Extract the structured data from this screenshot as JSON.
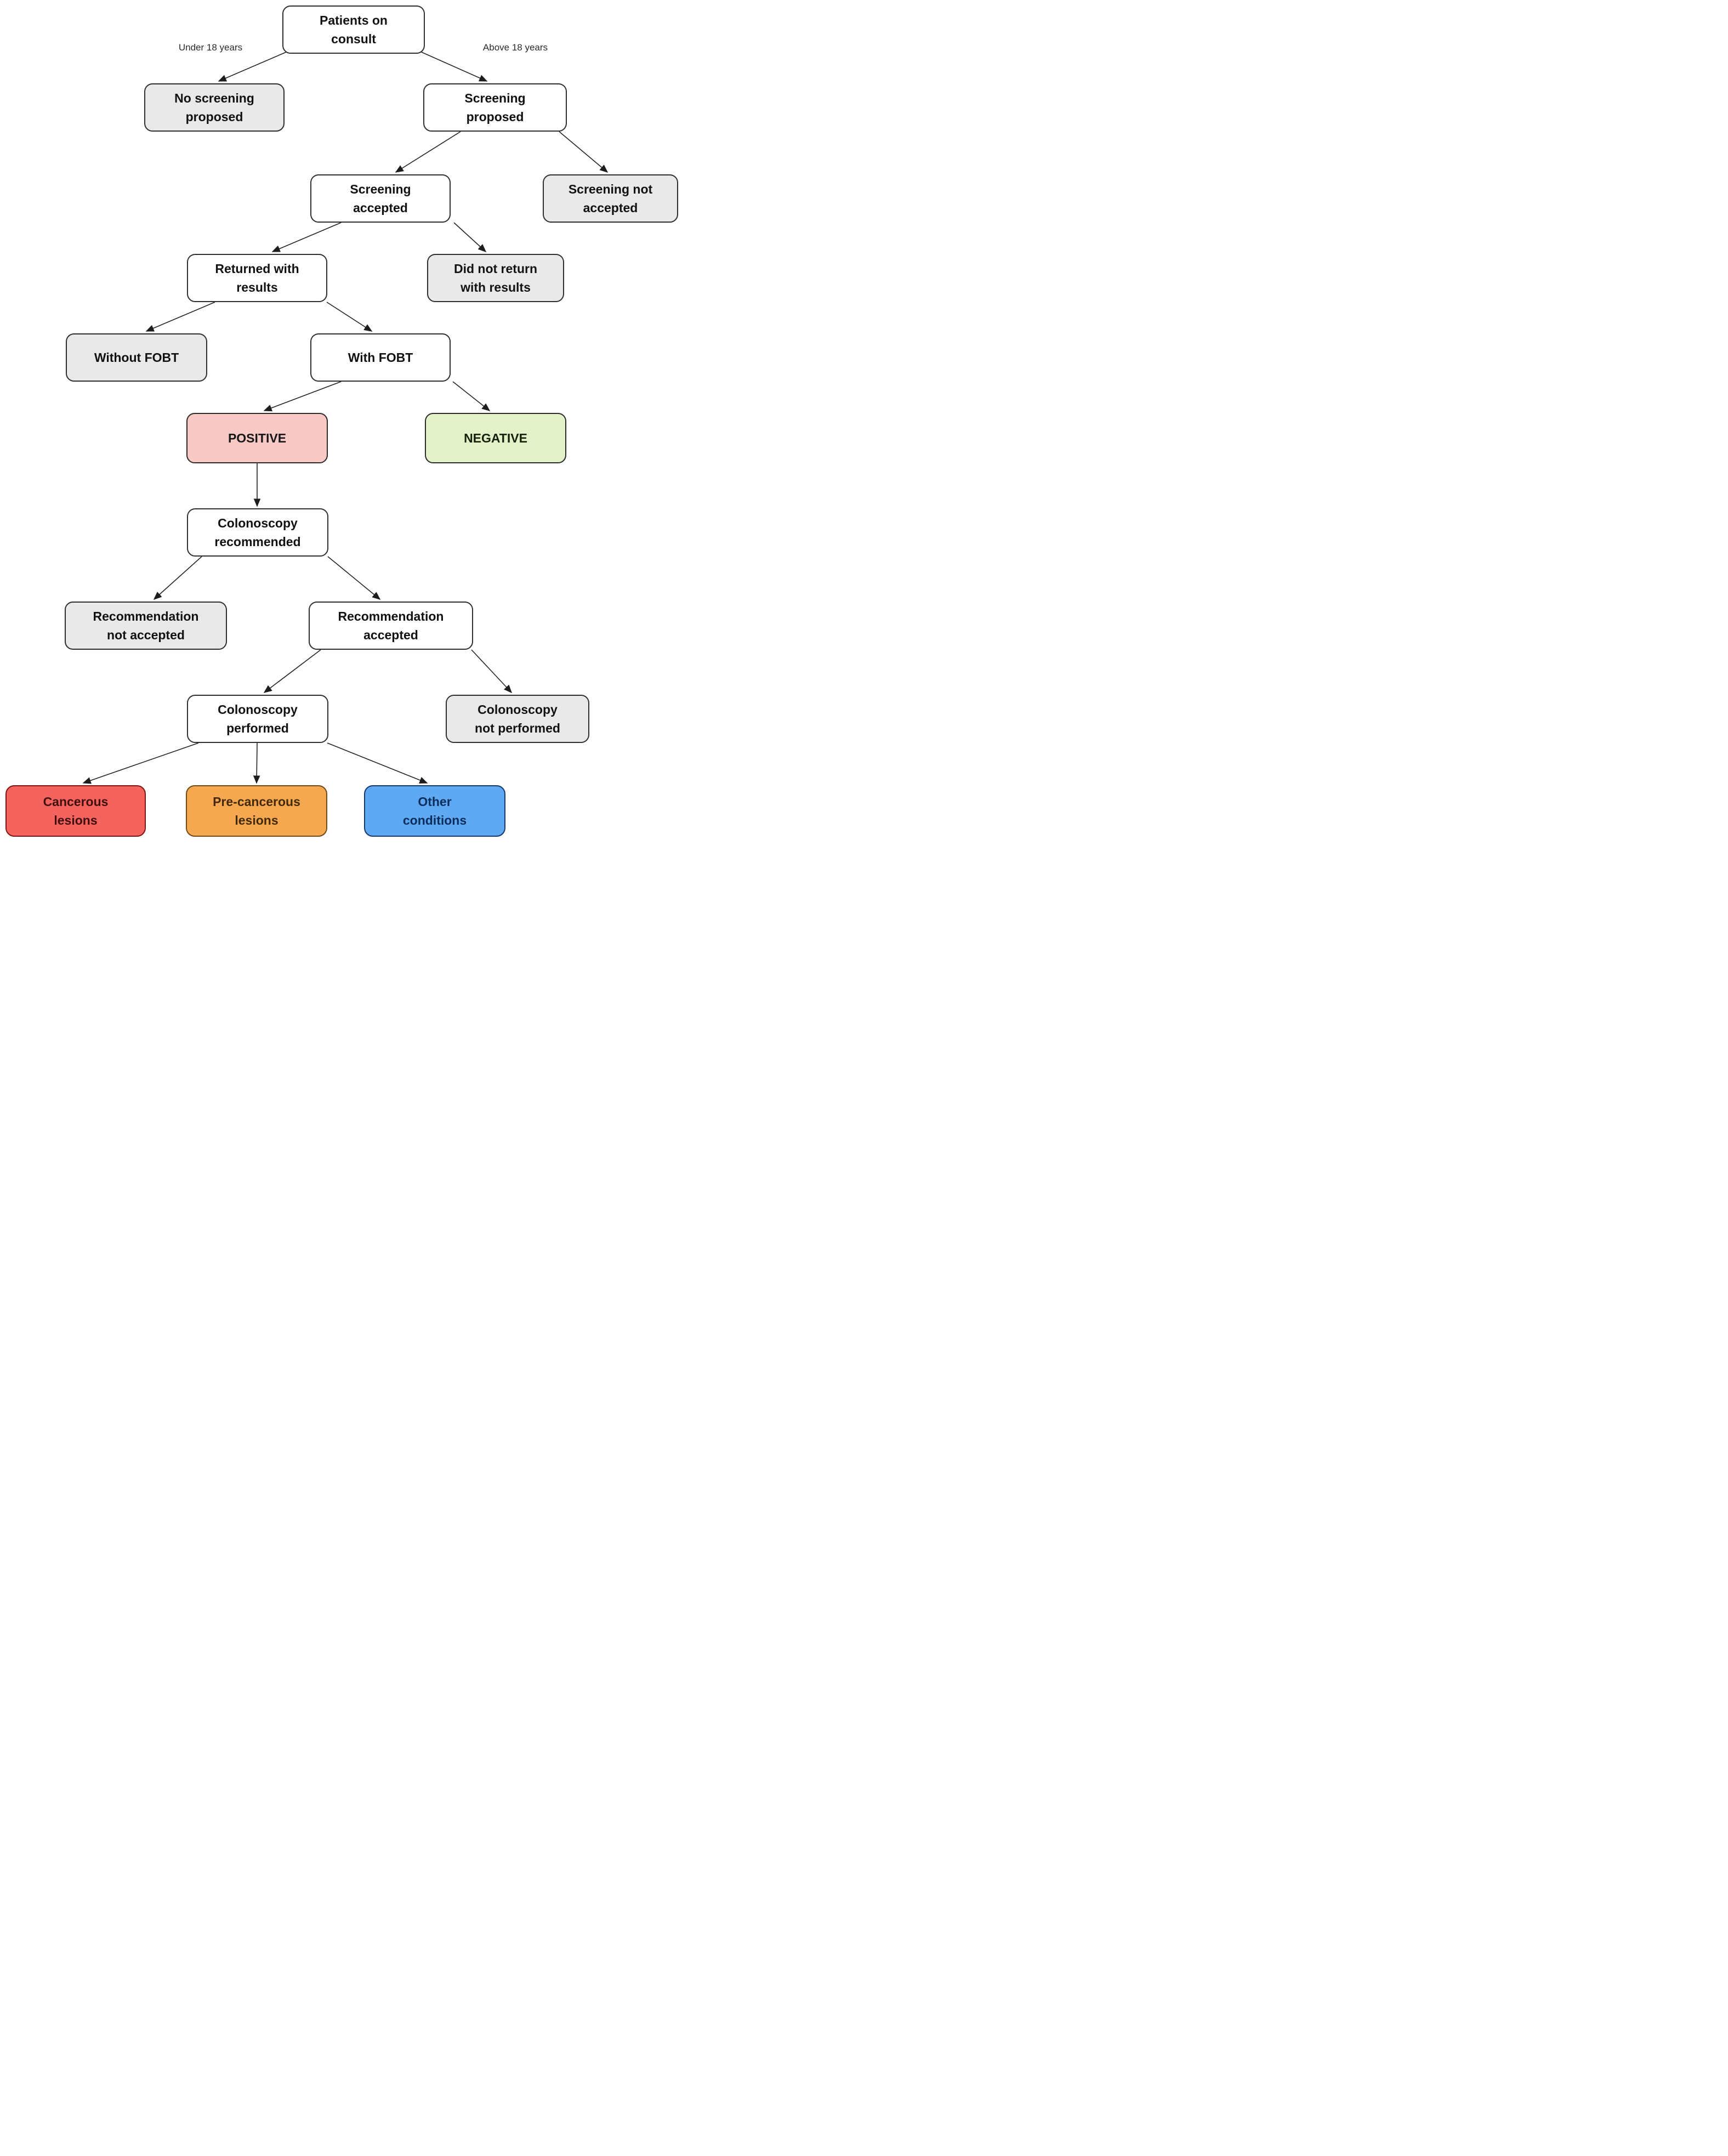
{
  "diagram": {
    "type": "flowchart",
    "subject": "Colorectal cancer screening patient flow (FOBT)",
    "nodes": {
      "patients_on_consult": {
        "label": "Patients on\nconsult",
        "fill": "#ffffff"
      },
      "no_screening_proposed": {
        "label": "No screening\nproposed",
        "fill": "#e9e9e9"
      },
      "screening_proposed": {
        "label": "Screening\nproposed",
        "fill": "#ffffff"
      },
      "screening_accepted": {
        "label": "Screening\naccepted",
        "fill": "#ffffff"
      },
      "screening_not_accepted": {
        "label": "Screening not\naccepted",
        "fill": "#e9e9e9"
      },
      "returned_with_results": {
        "label": "Returned with\nresults",
        "fill": "#ffffff"
      },
      "did_not_return_with_results": {
        "label": "Did not return\nwith results",
        "fill": "#e9e9e9"
      },
      "without_fobt": {
        "label": "Without FOBT",
        "fill": "#e9e9e9"
      },
      "with_fobt": {
        "label": "With FOBT",
        "fill": "#ffffff"
      },
      "positive": {
        "label": "POSITIVE",
        "fill": "#f8c9c5"
      },
      "negative": {
        "label": "NEGATIVE",
        "fill": "#e3f2c9"
      },
      "colonoscopy_recommended": {
        "label": "Colonoscopy\nrecommended",
        "fill": "#ffffff"
      },
      "recommendation_not_accepted": {
        "label": "Recommendation\nnot accepted",
        "fill": "#e9e9e9"
      },
      "recommendation_accepted": {
        "label": "Recommendation\naccepted",
        "fill": "#ffffff"
      },
      "colonoscopy_performed": {
        "label": "Colonoscopy\nperformed",
        "fill": "#ffffff"
      },
      "colonoscopy_not_performed": {
        "label": "Colonoscopy\nnot performed",
        "fill": "#e9e9e9"
      },
      "cancerous_lesions": {
        "label": "Cancerous\nlesions",
        "fill": "#f4635e"
      },
      "pre_cancerous_lesions": {
        "label": "Pre-cancerous\nlesions",
        "fill": "#f6a850"
      },
      "other_conditions": {
        "label": "Other\nconditions",
        "fill": "#5fa9f2"
      }
    },
    "edges": [
      {
        "from": "patients_on_consult",
        "to": "no_screening_proposed",
        "label": "Under 18 years"
      },
      {
        "from": "patients_on_consult",
        "to": "screening_proposed",
        "label": "Above 18 years"
      },
      {
        "from": "screening_proposed",
        "to": "screening_accepted",
        "label": ""
      },
      {
        "from": "screening_proposed",
        "to": "screening_not_accepted",
        "label": ""
      },
      {
        "from": "screening_accepted",
        "to": "returned_with_results",
        "label": ""
      },
      {
        "from": "screening_accepted",
        "to": "did_not_return_with_results",
        "label": ""
      },
      {
        "from": "returned_with_results",
        "to": "without_fobt",
        "label": ""
      },
      {
        "from": "returned_with_results",
        "to": "with_fobt",
        "label": ""
      },
      {
        "from": "with_fobt",
        "to": "positive",
        "label": ""
      },
      {
        "from": "with_fobt",
        "to": "negative",
        "label": ""
      },
      {
        "from": "positive",
        "to": "colonoscopy_recommended",
        "label": ""
      },
      {
        "from": "colonoscopy_recommended",
        "to": "recommendation_not_accepted",
        "label": ""
      },
      {
        "from": "colonoscopy_recommended",
        "to": "recommendation_accepted",
        "label": ""
      },
      {
        "from": "recommendation_accepted",
        "to": "colonoscopy_performed",
        "label": ""
      },
      {
        "from": "recommendation_accepted",
        "to": "colonoscopy_not_performed",
        "label": ""
      },
      {
        "from": "colonoscopy_performed",
        "to": "cancerous_lesions",
        "label": ""
      },
      {
        "from": "colonoscopy_performed",
        "to": "pre_cancerous_lesions",
        "label": ""
      },
      {
        "from": "colonoscopy_performed",
        "to": "other_conditions",
        "label": ""
      }
    ],
    "colors": {
      "background": "#ffffff",
      "node_default_fill": "#ffffff",
      "node_terminal_fill": "#e9e9e9",
      "positive_fill": "#f8c9c5",
      "negative_fill": "#e3f2c9",
      "cancerous_fill": "#f4635e",
      "precancerous_fill": "#f6a850",
      "other_conditions_fill": "#5fa9f2",
      "node_border": "#2e2e2e",
      "arrow": "#232323"
    }
  }
}
